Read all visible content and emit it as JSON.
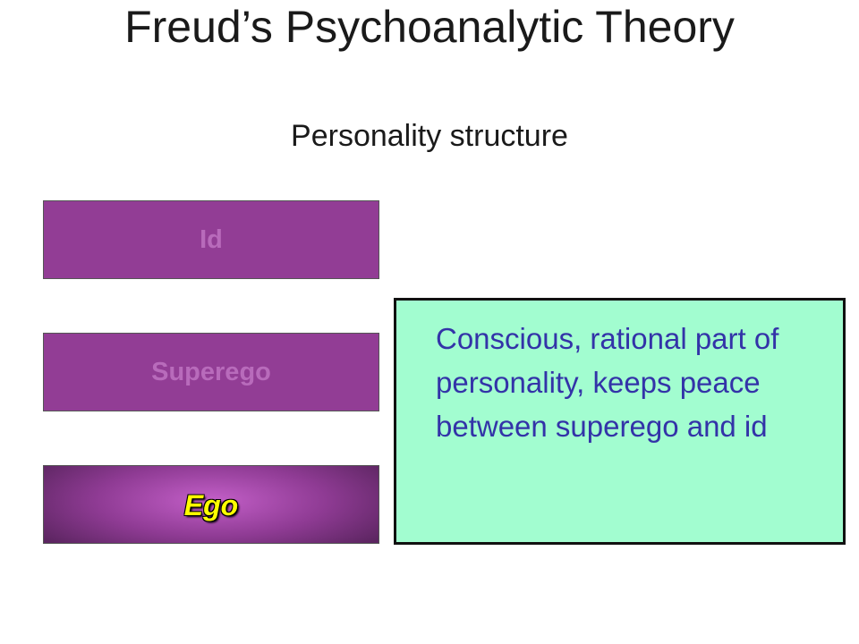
{
  "slide": {
    "title": "Freud’s Psychoanalytic Theory",
    "subtitle": "Personality structure"
  },
  "components": [
    {
      "label": "Id",
      "state": "inactive"
    },
    {
      "label": "Superego",
      "state": "inactive"
    },
    {
      "label": "Ego",
      "state": "active"
    }
  ],
  "description": "Conscious, rational part of personality, keeps peace between superego and id",
  "colors": {
    "box_fill": "#923d95",
    "inactive_text": "#b86bbb",
    "active_text": "#ffff00",
    "description_fill": "#a2fdd0",
    "description_text": "#3333a8"
  }
}
